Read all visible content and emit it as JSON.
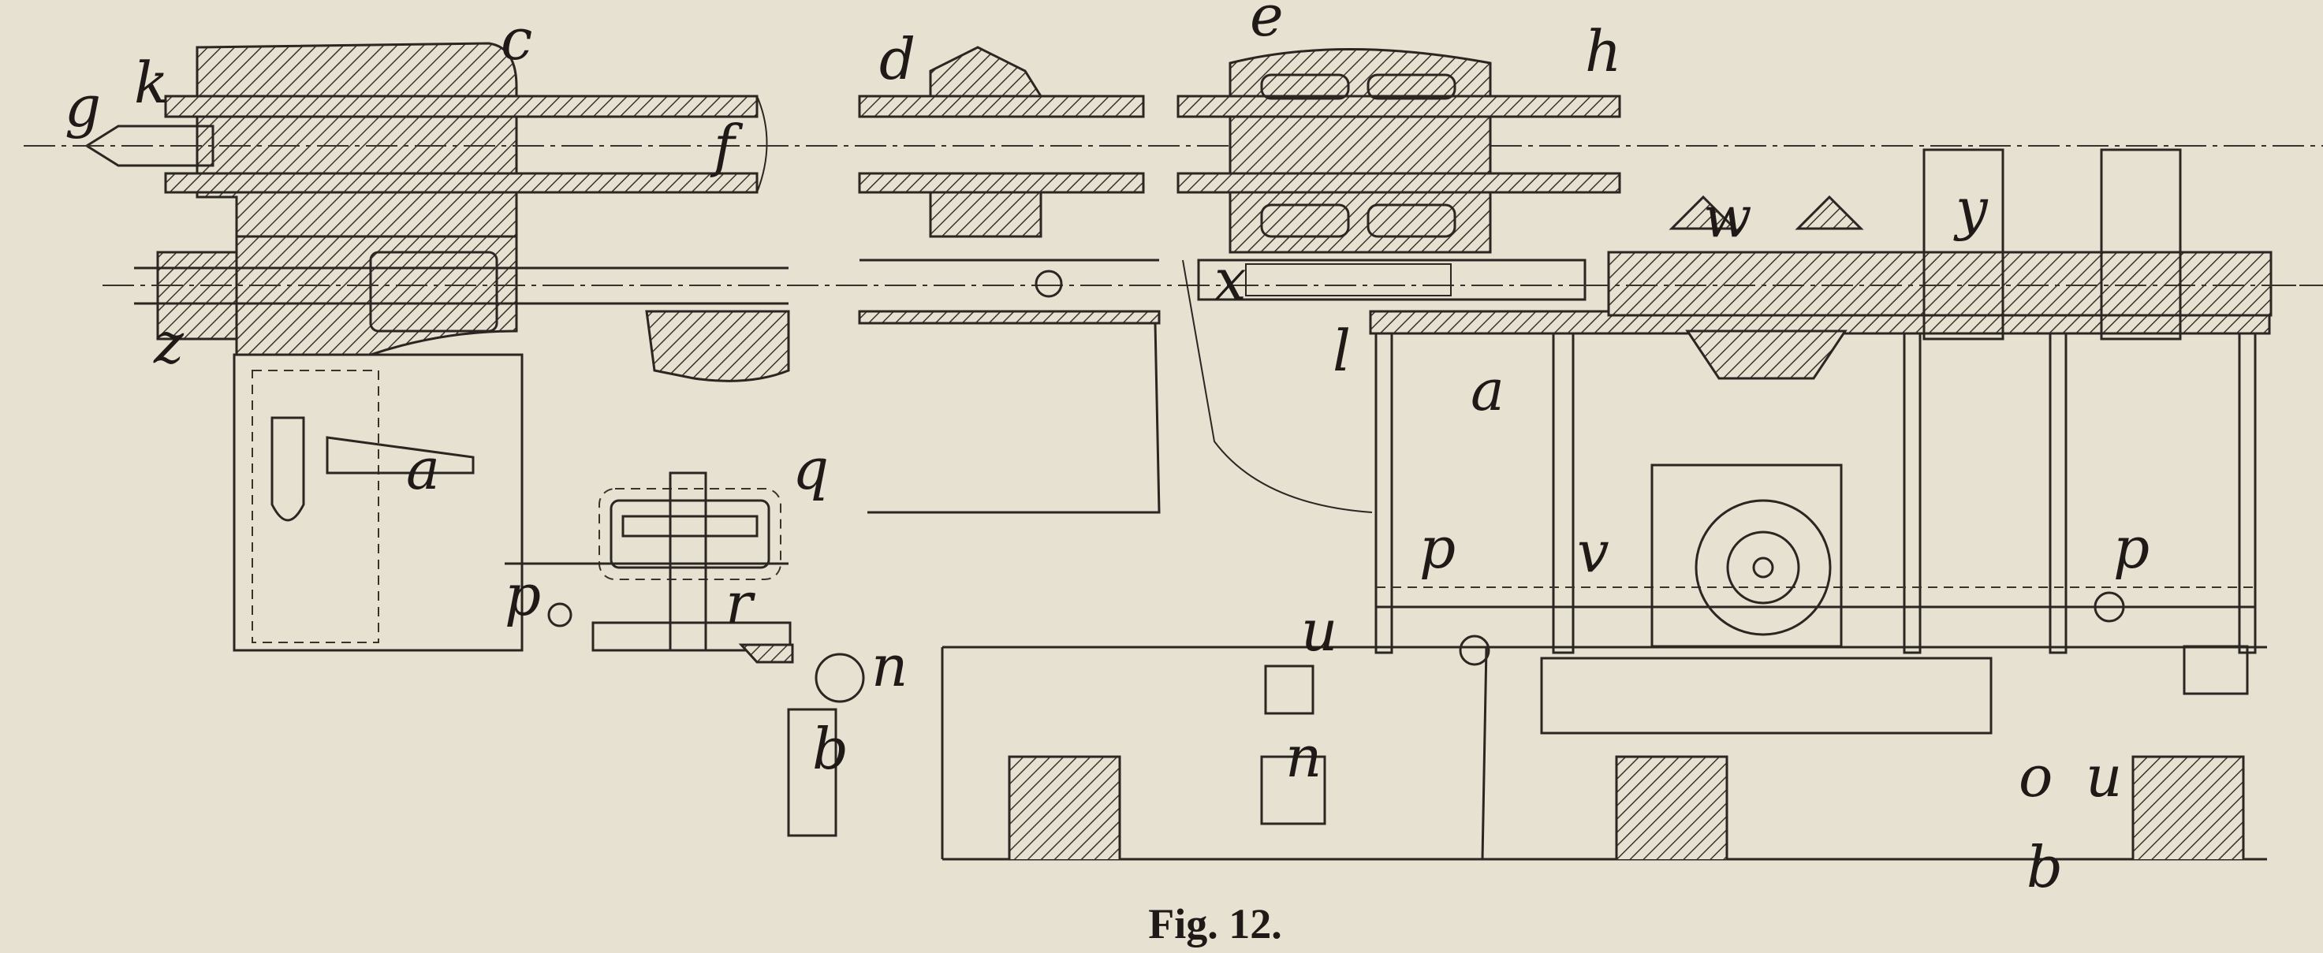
{
  "figure": {
    "caption": "Fig. 12.",
    "labels": {
      "g": "g",
      "k": "k",
      "c": "c",
      "f": "f",
      "d": "d",
      "e": "e",
      "h": "h",
      "x": "x",
      "l": "l",
      "a1": "a",
      "a2": "a",
      "w": "w",
      "y": "y",
      "z": "z",
      "q": "q",
      "p1": "p",
      "p2": "p",
      "p3": "p",
      "r": "r",
      "n1": "n",
      "n2": "n",
      "u1": "u",
      "u2": "u",
      "b1": "b",
      "b2": "b",
      "v": "v",
      "o": "o"
    }
  },
  "colors": {
    "paper": "#e6e1d1",
    "ink": "#2b2622"
  }
}
